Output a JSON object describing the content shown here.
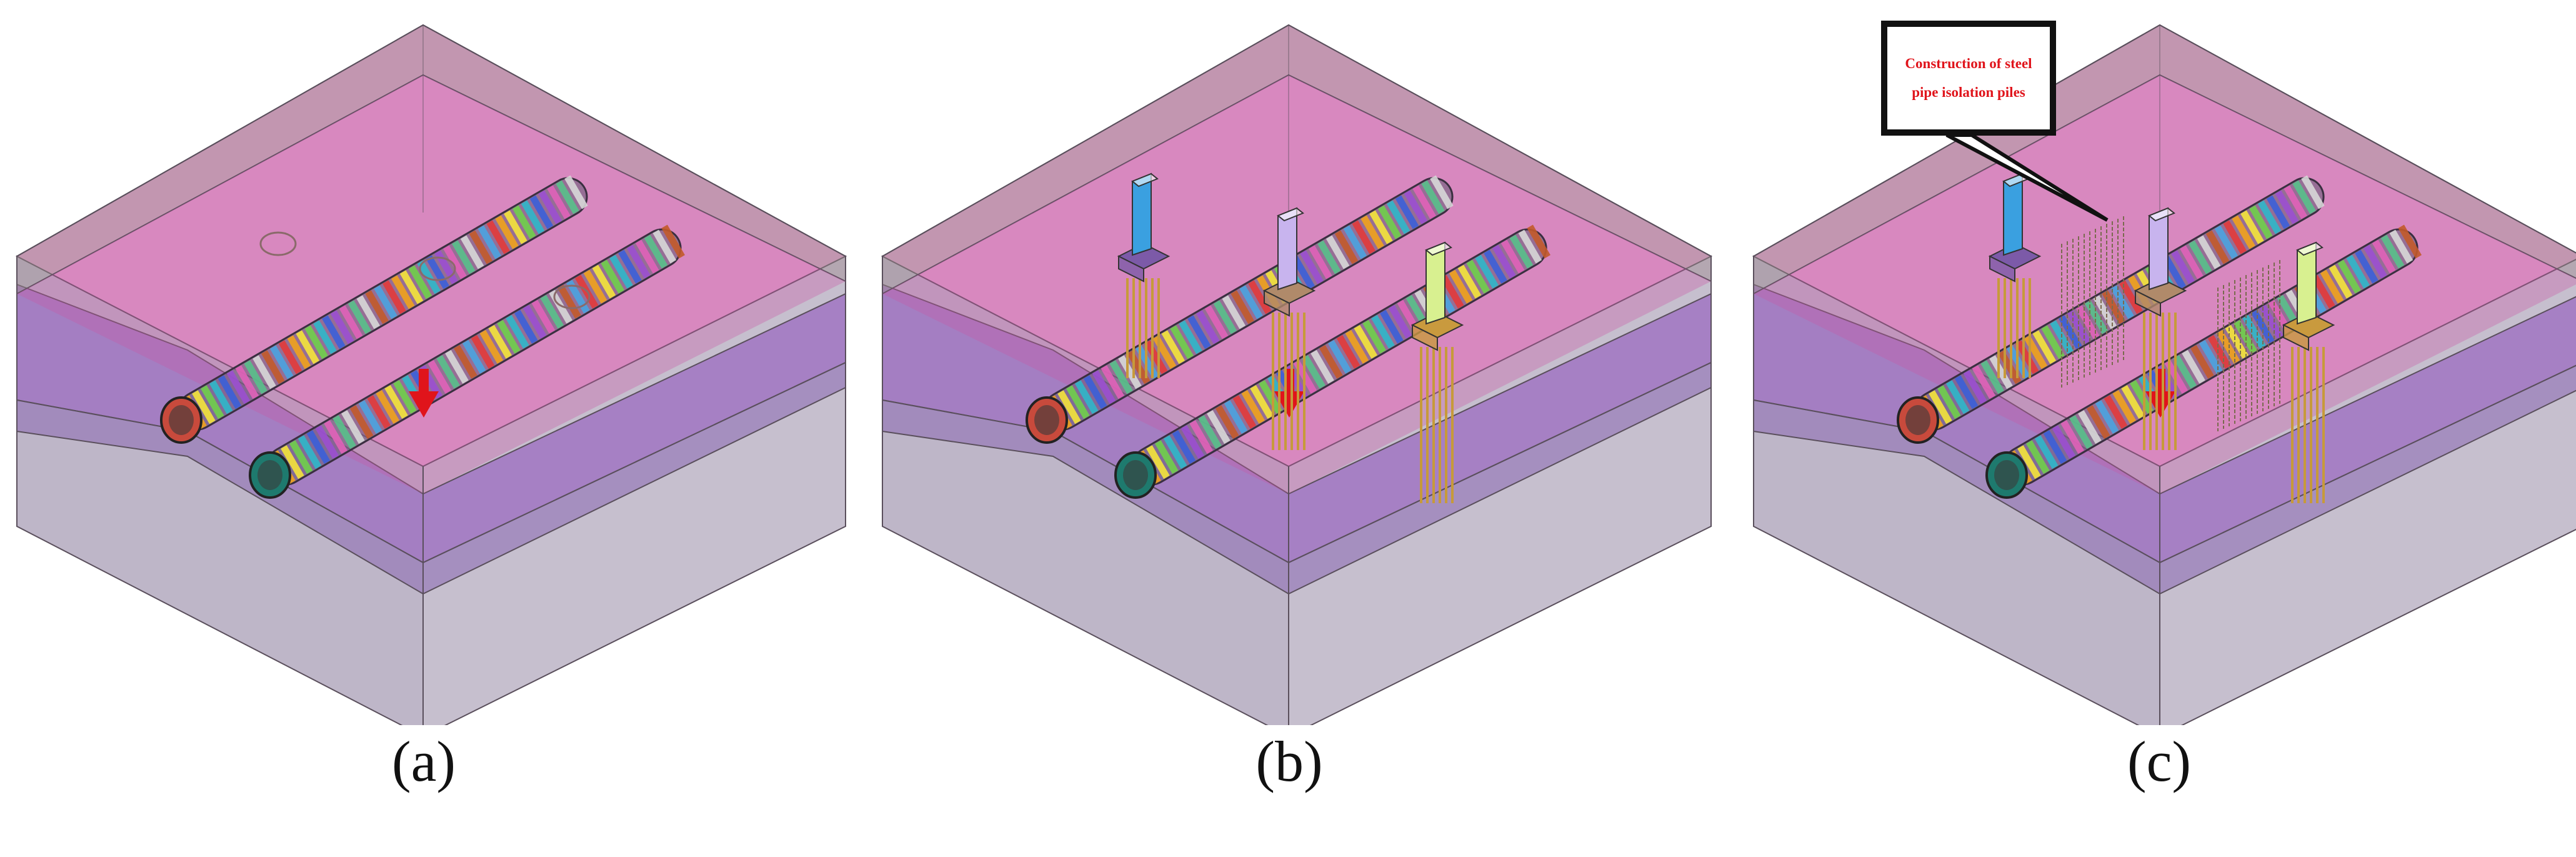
{
  "figure": {
    "panels": [
      {
        "caption": "(a)"
      },
      {
        "caption": "(b)"
      },
      {
        "caption": "(c)"
      }
    ],
    "callout": {
      "text": "Construction of steel pipe isolation piles"
    }
  },
  "colors": {
    "soil_top": "#9d8a8e",
    "soil_pink": "#d06fb0",
    "soil_purple": "#9b6bc0",
    "soil_grey": "#b3a9be",
    "outline": "#5a4f5c",
    "arrow": "#e0141b",
    "callout_text": "#e0141b",
    "tunnel_left_end": "#c84a3c",
    "tunnel_right_end": "#1e7a6e"
  },
  "icons": {
    "pier_1": "blue-pier-column",
    "pier_2": "lavender-pier-column",
    "pier_3": "yellow-green-pier-column",
    "arrow": "red-down-arrow"
  }
}
